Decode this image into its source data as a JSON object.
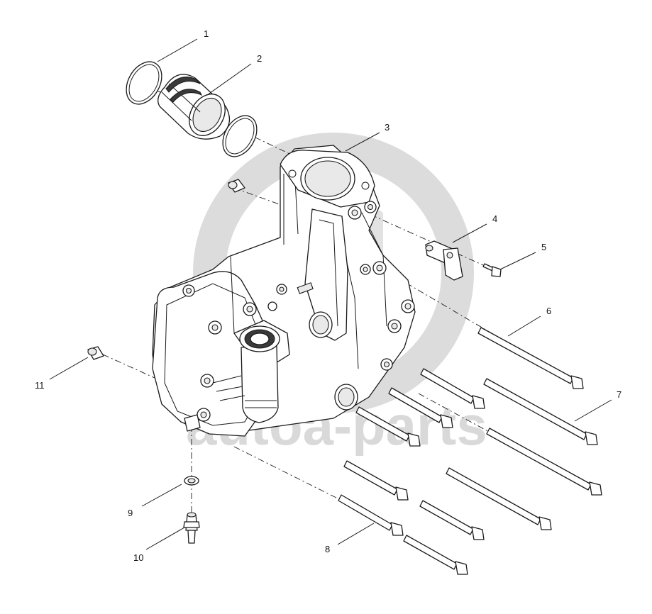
{
  "watermark": {
    "text": "autoa-parts",
    "color": "#d9d9d9"
  },
  "callouts": [
    {
      "id": "1",
      "label": "1"
    },
    {
      "id": "2",
      "label": "2"
    },
    {
      "id": "3",
      "label": "3"
    },
    {
      "id": "4",
      "label": "4"
    },
    {
      "id": "5",
      "label": "5"
    },
    {
      "id": "6",
      "label": "6"
    },
    {
      "id": "7",
      "label": "7"
    },
    {
      "id": "8",
      "label": "8"
    },
    {
      "id": "9",
      "label": "9"
    },
    {
      "id": "10",
      "label": "10"
    },
    {
      "id": "11",
      "label": "11"
    }
  ],
  "colors": {
    "line": "#1a1a1a",
    "background": "#ffffff"
  }
}
